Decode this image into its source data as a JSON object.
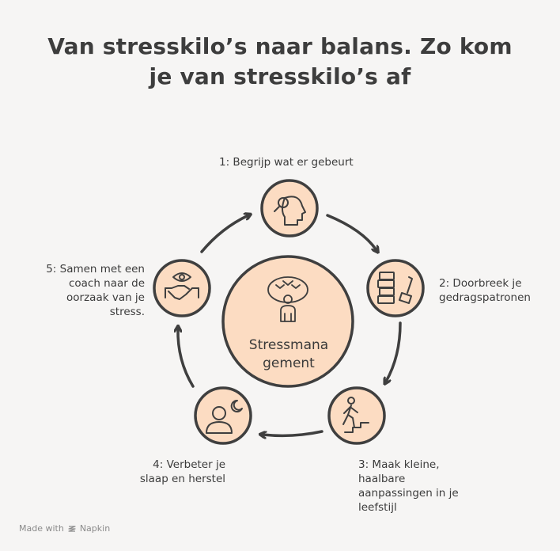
{
  "title": {
    "line1": "Van stresskilo’s naar balans. Zo kom",
    "line2": "je van stresskilo’s af"
  },
  "center": {
    "line1": "Stressmana",
    "line2": "gement",
    "icon": "stressed-person-icon"
  },
  "steps": [
    {
      "lines": [
        "1: Begrijp wat er gebeurt"
      ],
      "icon": "head-search-icon"
    },
    {
      "lines": [
        "2: Doorbreek je",
        "gedragspatronen"
      ],
      "icon": "bricks-hammer-icon"
    },
    {
      "lines": [
        "3: Maak kleine,",
        "haalbare",
        "aanpassingen in je",
        "leefstijl"
      ],
      "icon": "stairs-climb-icon"
    },
    {
      "lines": [
        "4: Verbeter je",
        "slaap en herstel"
      ],
      "icon": "person-moon-icon"
    },
    {
      "lines": [
        "5: Samen met een",
        "coach naar de",
        "oorzaak van je",
        "stress."
      ],
      "icon": "eye-handshake-icon"
    }
  ],
  "footer": {
    "made_with": "Made with",
    "brand": "Napkin"
  },
  "colors": {
    "fill": "#fcdcc2",
    "stroke": "#3f3f3f",
    "background": "#f6f5f4"
  }
}
